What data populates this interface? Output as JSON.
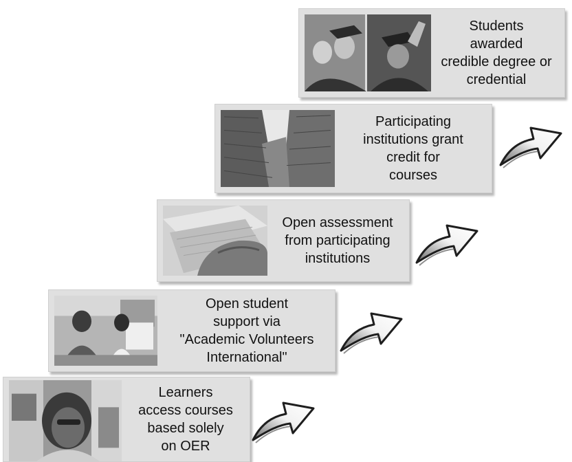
{
  "steps": [
    {
      "label": "Learners\naccess courses\nbased solely\non OER",
      "photo": "learner-at-computer-photo"
    },
    {
      "label": "Open student\nsupport via\n\"Academic Volunteers\nInternational\"",
      "photo": "students-in-office-photo"
    },
    {
      "label": "Open assessment\nfrom participating\ninstitutions",
      "photo": "hands-on-keyboard-photo"
    },
    {
      "label": "Participating\ninstitutions grant\ncredit for\ncourses",
      "photo": "skyscrapers-photo"
    },
    {
      "label": "Students\nawarded\ncredible degree or\ncredential",
      "photo": "graduates-photo"
    }
  ],
  "arrow_icon": "curved-up-arrow-icon",
  "colors": {
    "box": "#e0e0e0",
    "text": "#111111",
    "arrow_light": "#f2f2f2",
    "arrow_dark": "#6a6a6a"
  }
}
